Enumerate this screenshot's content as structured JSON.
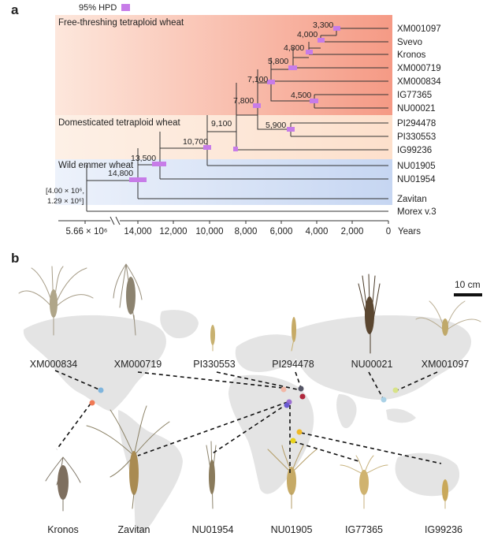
{
  "panel_a": {
    "label": "a",
    "legend": "95% HPD",
    "groups": [
      "Free-threshing tetraploid wheat",
      "Domesticated tetraploid wheat",
      "Wild emmer wheat"
    ],
    "taxa": [
      "XM001097",
      "Svevo",
      "Kronos",
      "XM000719",
      "XM000834",
      "IG77365",
      "NU00021",
      "PI294478",
      "PI330553",
      "IG99236",
      "NU01905",
      "NU01954",
      "Zavitan",
      "Morex v.3"
    ],
    "node_ages": [
      "3,300",
      "4,000",
      "4,800",
      "5,800",
      "4,500",
      "7,100",
      "7,800",
      "5,900",
      "9,100",
      "10,700",
      "13,500",
      "14,800"
    ],
    "root_age_1": "[4.00 × 10⁶,",
    "root_age_2": "1.29 × 10⁶]",
    "axis": {
      "broken_tick": "5.66 × 10⁶",
      "ticks": [
        "14,000",
        "12,000",
        "10,000",
        "8,000",
        "6,000",
        "4,000",
        "2,000",
        "0"
      ],
      "label": "Years"
    }
  },
  "panel_b": {
    "label": "b",
    "scale": "10 cm",
    "top_labels": [
      "XM000834",
      "XM000719",
      "PI330553",
      "PI294478",
      "NU00021",
      "XM001097"
    ],
    "bottom_labels": [
      "Kronos",
      "Zavitan",
      "NU01954",
      "NU01905",
      "IG77365",
      "IG99236"
    ]
  },
  "colors": {
    "hpd": "#c77ce8",
    "free_threshing_band": "#f59a85",
    "domesticated_band": "#fde4d2",
    "wild_band": "#c9d8f2",
    "map": "#e4e4e4"
  }
}
